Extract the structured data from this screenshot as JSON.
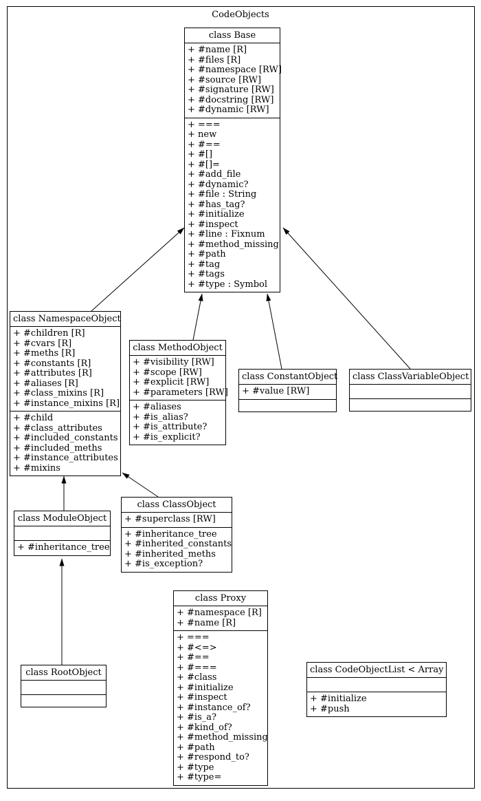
{
  "diagram": {
    "title": "CodeObjects",
    "line_color": "#000000",
    "background": "#ffffff"
  },
  "classes": {
    "base": {
      "title": "class Base",
      "attributes": [
        "+ #name [R]",
        "+ #files [R]",
        "+ #namespace [RW]",
        "+ #source [RW]",
        "+ #signature [RW]",
        "+ #docstring [RW]",
        "+ #dynamic [RW]"
      ],
      "methods": [
        "+ ===",
        "+ new",
        "+ #==",
        "+ #[]",
        "+ #[]=",
        "+ #add_file",
        "+ #dynamic?",
        "+ #file : String",
        "+ #has_tag?",
        "+ #initialize",
        "+ #inspect",
        "+ #line : Fixnum",
        "+ #method_missing",
        "+ #path",
        "+ #tag",
        "+ #tags",
        "+ #type : Symbol"
      ]
    },
    "namespace_object": {
      "title": "class NamespaceObject",
      "attributes": [
        "+ #children [R]",
        "+ #cvars [R]",
        "+ #meths [R]",
        "+ #constants [R]",
        "+ #attributes [R]",
        "+ #aliases [R]",
        "+ #class_mixins [R]",
        "+ #instance_mixins [R]"
      ],
      "methods": [
        "+ #child",
        "+ #class_attributes",
        "+ #included_constants",
        "+ #included_meths",
        "+ #instance_attributes",
        "+ #mixins"
      ]
    },
    "method_object": {
      "title": "class MethodObject",
      "attributes": [
        "+ #visibility [RW]",
        "+ #scope [RW]",
        "+ #explicit [RW]",
        "+ #parameters [RW]"
      ],
      "methods": [
        "+ #aliases",
        "+ #is_alias?",
        "+ #is_attribute?",
        "+ #is_explicit?"
      ]
    },
    "constant_object": {
      "title": "class ConstantObject",
      "attributes": [
        "+ #value [RW]"
      ],
      "methods": []
    },
    "class_variable_object": {
      "title": "class ClassVariableObject",
      "attributes": [],
      "methods": []
    },
    "module_object": {
      "title": "class ModuleObject",
      "attributes": [],
      "methods": [
        "+ #inheritance_tree"
      ]
    },
    "class_object": {
      "title": "class ClassObject",
      "attributes": [
        "+ #superclass [RW]"
      ],
      "methods": [
        "+ #inheritance_tree",
        "+ #inherited_constants",
        "+ #inherited_meths",
        "+ #is_exception?"
      ]
    },
    "root_object": {
      "title": "class RootObject",
      "attributes": [],
      "methods": []
    },
    "proxy": {
      "title": "class Proxy",
      "attributes": [
        "+ #namespace [R]",
        "+ #name [R]"
      ],
      "methods": [
        "+ ===",
        "+ #<=>",
        "+ #==",
        "+ #===",
        "+ #class",
        "+ #initialize",
        "+ #inspect",
        "+ #instance_of?",
        "+ #is_a?",
        "+ #kind_of?",
        "+ #method_missing",
        "+ #path",
        "+ #respond_to?",
        "+ #type",
        "+ #type="
      ]
    },
    "code_object_list": {
      "title": "class CodeObjectList < Array",
      "attributes": [],
      "methods": [
        "+ #initialize",
        "+ #push"
      ]
    }
  },
  "edges": [
    {
      "from": "class NamespaceObject",
      "to": "class Base"
    },
    {
      "from": "class MethodObject",
      "to": "class Base"
    },
    {
      "from": "class ConstantObject",
      "to": "class Base"
    },
    {
      "from": "class ClassVariableObject",
      "to": "class Base"
    },
    {
      "from": "class ModuleObject",
      "to": "class NamespaceObject"
    },
    {
      "from": "class ClassObject",
      "to": "class NamespaceObject"
    },
    {
      "from": "class RootObject",
      "to": "class ModuleObject"
    }
  ]
}
